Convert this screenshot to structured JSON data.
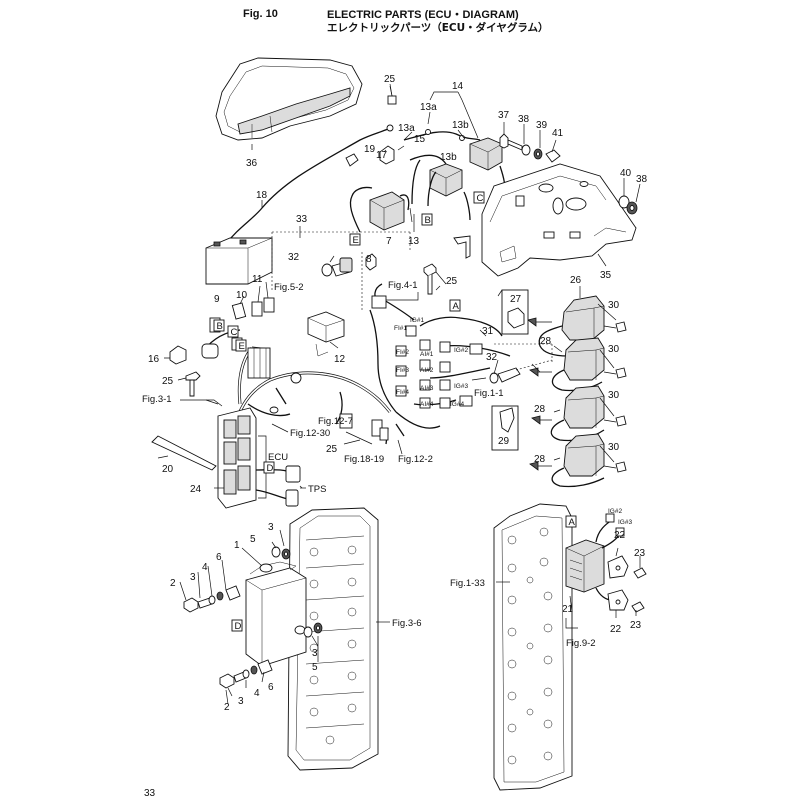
{
  "header": {
    "fig_label": "Fig. 10",
    "title_en": "ELECTRIC PARTS (ECU・DIAGRAM)",
    "title_jp": "エレクトリックパーツ（ECU・ダイヤグラム）"
  },
  "page_number": "33",
  "part_numbers": {
    "p1": "1",
    "p2": "2",
    "p3": "3",
    "p4": "4",
    "p5": "5",
    "p6": "6",
    "p7": "7",
    "p8": "8",
    "p9": "9",
    "p10": "10",
    "p11": "11",
    "p12": "12",
    "p13": "13",
    "p13a": "13a",
    "p13b": "13b",
    "p14": "14",
    "p15": "15",
    "p16": "16",
    "p17": "17",
    "p18": "18",
    "p19": "19",
    "p20": "20",
    "p21": "21",
    "p22": "22",
    "p23": "23",
    "p24": "24",
    "p25": "25",
    "p26": "26",
    "p27": "27",
    "p28": "28",
    "p29": "29",
    "p30": "30",
    "p31": "31",
    "p32": "32",
    "p33": "33",
    "p35": "35",
    "p36": "36",
    "p37": "37",
    "p38": "38",
    "p39": "39",
    "p40": "40",
    "p41": "41"
  },
  "callouts": {
    "A": "A",
    "B": "B",
    "C": "C",
    "D": "D",
    "E": "E"
  },
  "figure_refs": {
    "fig_5_2": "Fig.5-2",
    "fig_4_1": "Fig.4-1",
    "fig_3_1": "Fig.3-1",
    "fig_12_30": "Fig.12-30",
    "fig_12_7": "Fig.12-7",
    "fig_18_19": "Fig.18-19",
    "fig_12_2": "Fig.12-2",
    "fig_1_1": "Fig.1-1",
    "fig_3_6": "Fig.3-6",
    "fig_1_33": "Fig.1-33",
    "fig_9_2": "Fig.9-2"
  },
  "labels": {
    "ecu": "ECU",
    "tps": "TPS",
    "ig1": "IG#1",
    "ig2": "IG#2",
    "ig3": "IG#3",
    "ig4": "IG#4",
    "fi1": "FI#1",
    "fi2": "FI#2",
    "fi3": "FI#3",
    "fi4": "FI#4",
    "ai1": "AI#1",
    "ai2": "AI#2",
    "ai3": "AI#3",
    "ai4": "AI#4"
  }
}
